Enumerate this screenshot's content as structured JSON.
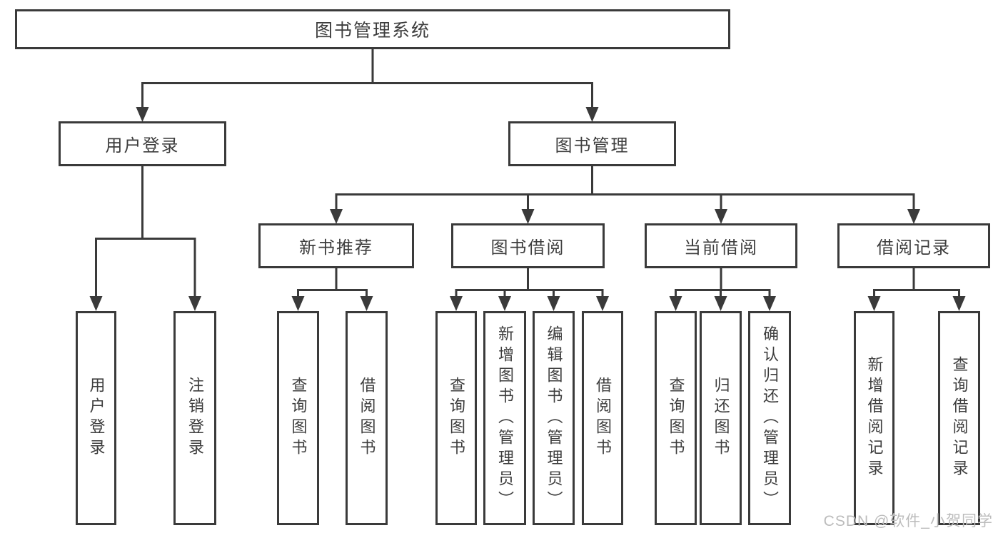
{
  "diagram_title": "图书管理系统",
  "nodes": {
    "root": {
      "label": "图书管理系统"
    },
    "user_login": {
      "label": "用户登录"
    },
    "book_mgmt": {
      "label": "图书管理"
    },
    "new_book": {
      "label": "新书推荐"
    },
    "borrow": {
      "label": "图书借阅"
    },
    "current": {
      "label": "当前借阅"
    },
    "record": {
      "label": "借阅记录"
    },
    "leaf_login": {
      "label": "用户登录"
    },
    "leaf_logout": {
      "label": "注销登录"
    },
    "leaf_nb_query": {
      "label": "查询图书"
    },
    "leaf_nb_borrow": {
      "label": "借阅图书"
    },
    "leaf_bw_query": {
      "label": "查询图书"
    },
    "leaf_bw_add": {
      "label": "新增图书（管理员）"
    },
    "leaf_bw_edit": {
      "label": "编辑图书（管理员）"
    },
    "leaf_bw_borrow": {
      "label": "借阅图书"
    },
    "leaf_cur_query": {
      "label": "查询图书"
    },
    "leaf_cur_return": {
      "label": "归还图书"
    },
    "leaf_cur_confirm": {
      "label": "确认归还（管理员）"
    },
    "leaf_rec_add": {
      "label": "新增借阅记录"
    },
    "leaf_rec_query": {
      "label": "查询借阅记录"
    }
  },
  "edges": [
    [
      "root",
      "user_login"
    ],
    [
      "root",
      "book_mgmt"
    ],
    [
      "user_login",
      "leaf_login"
    ],
    [
      "user_login",
      "leaf_logout"
    ],
    [
      "book_mgmt",
      "new_book"
    ],
    [
      "book_mgmt",
      "borrow"
    ],
    [
      "book_mgmt",
      "current"
    ],
    [
      "book_mgmt",
      "record"
    ],
    [
      "new_book",
      "leaf_nb_query"
    ],
    [
      "new_book",
      "leaf_nb_borrow"
    ],
    [
      "borrow",
      "leaf_bw_query"
    ],
    [
      "borrow",
      "leaf_bw_add"
    ],
    [
      "borrow",
      "leaf_bw_edit"
    ],
    [
      "borrow",
      "leaf_bw_borrow"
    ],
    [
      "current",
      "leaf_cur_query"
    ],
    [
      "current",
      "leaf_cur_return"
    ],
    [
      "current",
      "leaf_cur_confirm"
    ],
    [
      "record",
      "leaf_rec_add"
    ],
    [
      "record",
      "leaf_rec_query"
    ]
  ],
  "colors": {
    "line": "#3a3a3a",
    "text": "#3d3d3d",
    "box_background": "#ffffff",
    "watermark": "#bcbcbc"
  },
  "watermark": {
    "text": "CSDN @软件_小贺同学"
  }
}
